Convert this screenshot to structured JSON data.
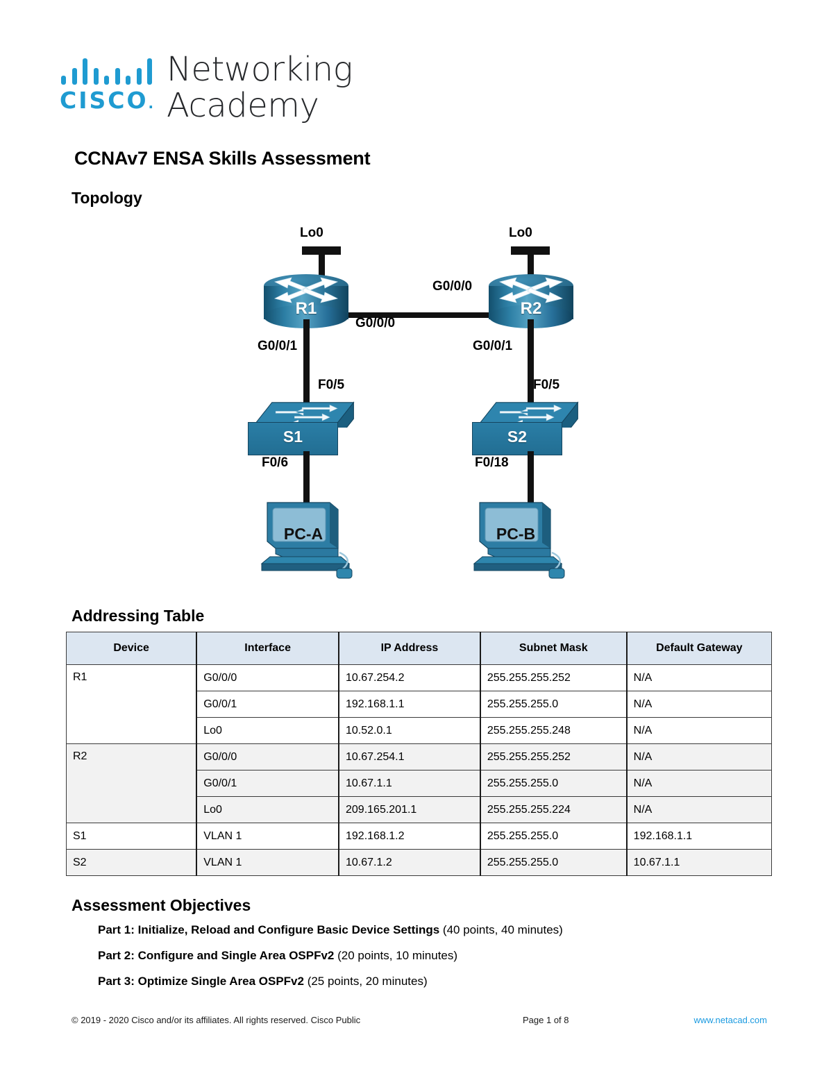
{
  "branding": {
    "cisco_wordmark": "CISCO",
    "line1": "Networking",
    "line2": "Academy",
    "bar_pattern": [
      "short",
      "medium",
      "tall",
      "medium",
      "short",
      "medium",
      "short",
      "medium",
      "tall"
    ],
    "brand_color": "#1f9bd1"
  },
  "document": {
    "title": "CCNAv7 ENSA Skills Assessment",
    "topology_heading": "Topology",
    "addressing_heading": "Addressing Table",
    "objectives_heading": "Assessment Objectives"
  },
  "topology": {
    "devices": {
      "r1": "R1",
      "r2": "R2",
      "s1": "S1",
      "s2": "S2",
      "pca": "PC-A",
      "pcb": "PC-B"
    },
    "labels": {
      "r1_lo0": "Lo0",
      "r2_lo0": "Lo0",
      "r1_g000": "G0/0/0",
      "r2_g000": "G0/0/0",
      "r1_g001": "G0/0/1",
      "r2_g001": "G0/0/1",
      "s1_f05": "F0/5",
      "s2_f05": "F0/5",
      "s1_f06": "F0/6",
      "s2_f018": "F0/18"
    }
  },
  "addressing_table": {
    "headers": [
      "Device",
      "Interface",
      "IP Address",
      "Subnet Mask",
      "Default Gateway"
    ],
    "rows": [
      {
        "device": "R1",
        "interface": "G0/0/0",
        "ip": "10.67.254.2",
        "mask": "255.255.255.252",
        "gateway": "N/A"
      },
      {
        "device": "",
        "interface": "G0/0/1",
        "ip": "192.168.1.1",
        "mask": "255.255.255.0",
        "gateway": "N/A"
      },
      {
        "device": "",
        "interface": "Lo0",
        "ip": "10.52.0.1",
        "mask": "255.255.255.248",
        "gateway": "N/A"
      },
      {
        "device": "R2",
        "interface": "G0/0/0",
        "ip": "10.67.254.1",
        "mask": "255.255.255.252",
        "gateway": "N/A"
      },
      {
        "device": "",
        "interface": "G0/0/1",
        "ip": "10.67.1.1",
        "mask": "255.255.255.0",
        "gateway": "N/A"
      },
      {
        "device": "",
        "interface": "Lo0",
        "ip": "209.165.201.1",
        "mask": "255.255.255.224",
        "gateway": "N/A"
      },
      {
        "device": "S1",
        "interface": "VLAN 1",
        "ip": "192.168.1.2",
        "mask": "255.255.255.0",
        "gateway": "192.168.1.1"
      },
      {
        "device": "S2",
        "interface": "VLAN 1",
        "ip": "10.67.1.2",
        "mask": "255.255.255.0",
        "gateway": "10.67.1.1"
      }
    ]
  },
  "objectives": [
    {
      "part": "Part 1: Initialize, Reload and Configure Basic Device Settings",
      "meta": " (40 points, 40 minutes)"
    },
    {
      "part": "Part 2: Configure and Single Area OSPFv2",
      "meta": " (20 points, 10 minutes)"
    },
    {
      "part": "Part 3: Optimize Single Area OSPFv2",
      "meta": " (25 points, 20 minutes)"
    }
  ],
  "footer": {
    "copyright": "© 2019 - 2020 Cisco and/or its affiliates. All rights reserved. Cisco Public",
    "page": "Page 1 of 8",
    "url": "www.netacad.com",
    "url_color": "#1a9ae0"
  }
}
